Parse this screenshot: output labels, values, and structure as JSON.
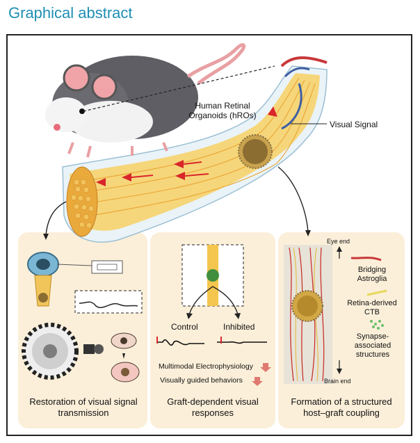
{
  "title": "Graphical abstract",
  "labels": {
    "hros": "Human Retinal Organoids (hROs)",
    "visual_signal": "Visual Signal",
    "control": "Control",
    "inhibited": "Inhibited",
    "electrophys": "Multimodal Electrophysiology",
    "behaviors": "Visually guided behaviors",
    "eye_end": "Eye end",
    "brain_end": "Brain end",
    "bridging": "Bridging Astroglia",
    "ctb": "Retina-derived CTB",
    "synapse": "Synapse-associated structures"
  },
  "panels": [
    {
      "caption": "Restoration of visual signal transmission"
    },
    {
      "caption": "Graft-dependent visual responses"
    },
    {
      "caption": "Formation of a structured host–graft coupling"
    }
  ],
  "colors": {
    "title": "#1f8fb3",
    "panel_bg": "#fbefd9",
    "nerve_fiber": "#f4c64e",
    "signal_arrow": "#d8262a",
    "down_arrow": "#e07a70"
  }
}
